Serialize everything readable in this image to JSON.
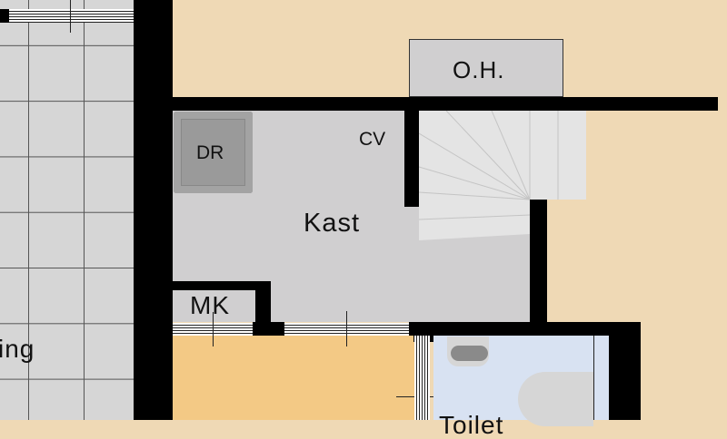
{
  "rooms": {
    "living": "ing",
    "storage": "Kast",
    "meter_cupboard": "MK",
    "toilet": "Toilet",
    "overhang": "O.H."
  },
  "fixtures": {
    "dryer": "DR",
    "boiler": "CV"
  },
  "colors": {
    "wall": "#000000",
    "exterior": "#efd9b5",
    "tile_floor": "#d6d6d6",
    "storage_floor": "#d0cfd0",
    "hall_floor": "#f3c985",
    "toilet_floor": "#d8e2f2"
  }
}
